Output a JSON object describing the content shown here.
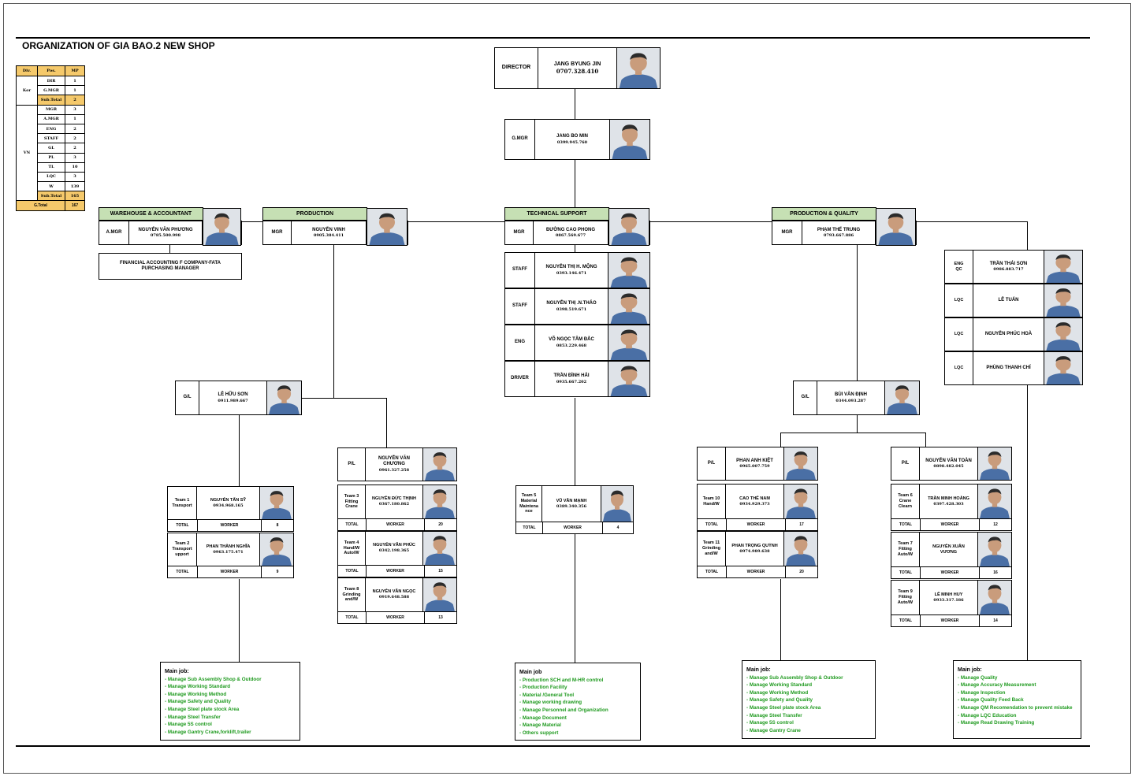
{
  "title": "ORGANIZATION OF GIA BAO.2 NEW SHOP",
  "summary": {
    "headers": [
      "Div.",
      "Pos.",
      "MP"
    ],
    "kor_label": "Kor",
    "kor_rows": [
      [
        "DIR",
        "1"
      ],
      [
        "G.MGR",
        "1"
      ],
      [
        "Sub.Total",
        "2"
      ]
    ],
    "vn_label": "VN",
    "vn_rows": [
      [
        "MGR",
        "3"
      ],
      [
        "A.MGR",
        "1"
      ],
      [
        "ENG",
        "2"
      ],
      [
        "STAFF",
        "2"
      ],
      [
        "GL",
        "2"
      ],
      [
        "PL",
        "3"
      ],
      [
        "TL",
        "10"
      ],
      [
        "LQC",
        "3"
      ],
      [
        "W",
        "139"
      ],
      [
        "Sub.Total",
        "165"
      ]
    ],
    "grand_total_label": "G.Total",
    "grand_total": "167"
  },
  "director": {
    "pos": "DIRECTOR",
    "name": "JANG BYUNG JIN",
    "phone": "0707.328.410"
  },
  "gmgr": {
    "pos": "G.MGR",
    "name": "JANG BO MIN",
    "phone": "0399.945.760"
  },
  "warehouse": {
    "dept": "WAREHOUSE & ACCOUNTANT",
    "pos": "A.MGR",
    "name": "NGUYỄN VĂN PHƯƠNG",
    "phone": "0785.500.998",
    "note": "FINANCIAL ACCOUNTING F COMPANY-FATA\nPURCHASING MANAGER"
  },
  "production": {
    "dept": "PRODUCTION",
    "pos": "MGR",
    "name": "NGUYỄN VINH",
    "phone": "0905.384.411",
    "gl": {
      "pos": "G/L",
      "name": "LÊ HỮU SƠN",
      "phone": "0911.989.667"
    },
    "pl": {
      "pos": "P/L",
      "name": "NGUYỄN VĂN\nCHƯƠNG",
      "phone": "0961.327.258"
    },
    "teams_left": [
      {
        "team": "Team 1\nTransport",
        "name": "NGUYỄN TẤN SỸ",
        "phone": "0934.968.165",
        "total_label": "TOTAL",
        "worker_label": "WORKER",
        "count": "8"
      },
      {
        "team": "Team 2\nTransport\nupport",
        "name": "PHAN THÀNH NGHĨA",
        "phone": "0963.175.471",
        "total_label": "TOTAL",
        "worker_label": "WORKER",
        "count": "9"
      }
    ],
    "teams_right": [
      {
        "team": "Team 3\nFitting\nCrane",
        "name": "NGUYỄN ĐỨC THỊNH",
        "phone": "0367.180.862",
        "total_label": "TOTAL",
        "worker_label": "WORKER",
        "count": "20"
      },
      {
        "team": "Team 4\nHand/W\nAuto/W",
        "name": "NGUYỄN VĂN PHÚC",
        "phone": "0342.198.365",
        "total_label": "TOTAL",
        "worker_label": "WORKER",
        "count": "15"
      },
      {
        "team": "Team 8\nGrinding\nand/W",
        "name": "NGUYỄN VĂN NGỌC",
        "phone": "0919.648.588",
        "total_label": "TOTAL",
        "worker_label": "WORKER",
        "count": "13"
      }
    ],
    "job": {
      "title": "Main job:",
      "items": [
        "- Manage Sub Assembly Shop & Outdoor",
        "- Manage Working Standard",
        "- Manage Working Method",
        "- Manage Safety and Quality",
        "- Manage Steel plate stock Area",
        "- Manage Steel Transfer",
        "- Manage 5S control",
        "- Manage Gantry Crane,forklift,trailer"
      ]
    }
  },
  "technical": {
    "dept": "TECHNICAL SUPPORT",
    "pos": "MGR",
    "name": "ĐƯỜNG CAO PHONG",
    "phone": "0867.569.677",
    "staff": [
      {
        "pos": "STAFF",
        "name": "NGUYỄN THỊ H. MỘNG",
        "phone": "0393.146.471"
      },
      {
        "pos": "STAFF",
        "name": "NGUYỄN THỊ .N.THẢO",
        "phone": "0398.519.671"
      },
      {
        "pos": "ENG",
        "name": "VÕ NGỌC TÂM ĐẮC",
        "phone": "0853.229.468"
      },
      {
        "pos": "DRIVER",
        "name": "TRẦN ĐÌNH HẢI",
        "phone": "0935.667.202"
      }
    ],
    "team": {
      "team": "Team 5\nMaterial\nMaintena\nnce",
      "name": "VŨ VĂN MẠNH",
      "phone": "0389.340.356",
      "total_label": "TOTAL",
      "worker_label": "WORKER",
      "count": "4"
    },
    "job": {
      "title": "Main job",
      "items": [
        "- Production SCH and M-HR control",
        "- Production Facility",
        "- Material /General Tool",
        "- Manage working drawing",
        "- Manage Personnel and Organization",
        "- Manage Document",
        "- Manage Material",
        "- Others support"
      ]
    }
  },
  "pq": {
    "dept": "PRODUCTION & QUALITY",
    "pos": "MGR",
    "name": "PHẠM THẾ TRUNG",
    "phone": "0793.667.886",
    "qc": [
      {
        "pos": "ENG\nQC",
        "name": "TRẦN THÁI SƠN",
        "phone": "0986.883.717"
      },
      {
        "pos": "LQC",
        "name": "LÊ TUẤN",
        "phone": ""
      },
      {
        "pos": "LQC",
        "name": "NGUYỄN PHÚC HOÀ",
        "phone": ""
      },
      {
        "pos": "LQC",
        "name": "PHÙNG THANH CHÍ",
        "phone": ""
      }
    ],
    "gl": {
      "pos": "G/L",
      "name": "BÙI VĂN ĐỊNH",
      "phone": "0344.093.287"
    },
    "pl1": {
      "pos": "P/L",
      "name": "PHAN ANH KIỆT",
      "phone": "0965.007.759"
    },
    "pl2": {
      "pos": "P/L",
      "name": "NGUYỄN VĂN TOÀN",
      "phone": "0898.482.045"
    },
    "teams_mid": [
      {
        "team": "Team 10\nHand/W",
        "name": "CAO THẾ NAM",
        "phone": "0934.929.373",
        "total_label": "TOTAL",
        "worker_label": "WORKER",
        "count": "17"
      },
      {
        "team": "Team 11\nGrinding\nand/W",
        "name": "PHAN TRỌNG QUỲNH",
        "phone": "0974.989.638",
        "total_label": "TOTAL",
        "worker_label": "WORKER",
        "count": "20"
      }
    ],
    "teams_right": [
      {
        "team": "Team 6\nCrane\nClearn",
        "name": "TRẦN MINH HOÀNG",
        "phone": "0397.428.303",
        "total_label": "TOTAL",
        "worker_label": "WORKER",
        "count": "12"
      },
      {
        "team": "Team 7\nFitting\nAuto/W",
        "name": "NGUYỄN XUÂN\nVƯƠNG",
        "phone": "",
        "total_label": "TOTAL",
        "worker_label": "WORKER",
        "count": "16"
      },
      {
        "team": "Team 9\nFitting\nAuto/W",
        "name": "LÊ MINH HUY",
        "phone": "0933.317.186",
        "total_label": "TOTAL",
        "worker_label": "WORKER",
        "count": "14"
      }
    ],
    "job1": {
      "title": "Main job:",
      "items": [
        "- Manage Sub Assembly Shop & Outdoor",
        "- Manage Working Standard",
        "- Manage Working Method",
        "- Manage Safety and Quality",
        "- Manage Steel plate stock Area",
        "- Manage Steel Transfer",
        "- Manage 5S control",
        "- Manage Gantry Crane"
      ]
    },
    "job2": {
      "title": "Main job:",
      "items": [
        "- Manage Quality",
        "- Manage Accuracy Measurement",
        "- Manage Inspection",
        "- Manage Quality Feed Back",
        "- Manage QM Recomendation to prevent mistake",
        "- Manage LQC Education",
        "- Manage Read Drawing Training"
      ]
    }
  },
  "colors": {
    "dept_header": "#c6e0b4",
    "summary_header": "#f5c96b",
    "job_text": "#1f9a1f"
  }
}
